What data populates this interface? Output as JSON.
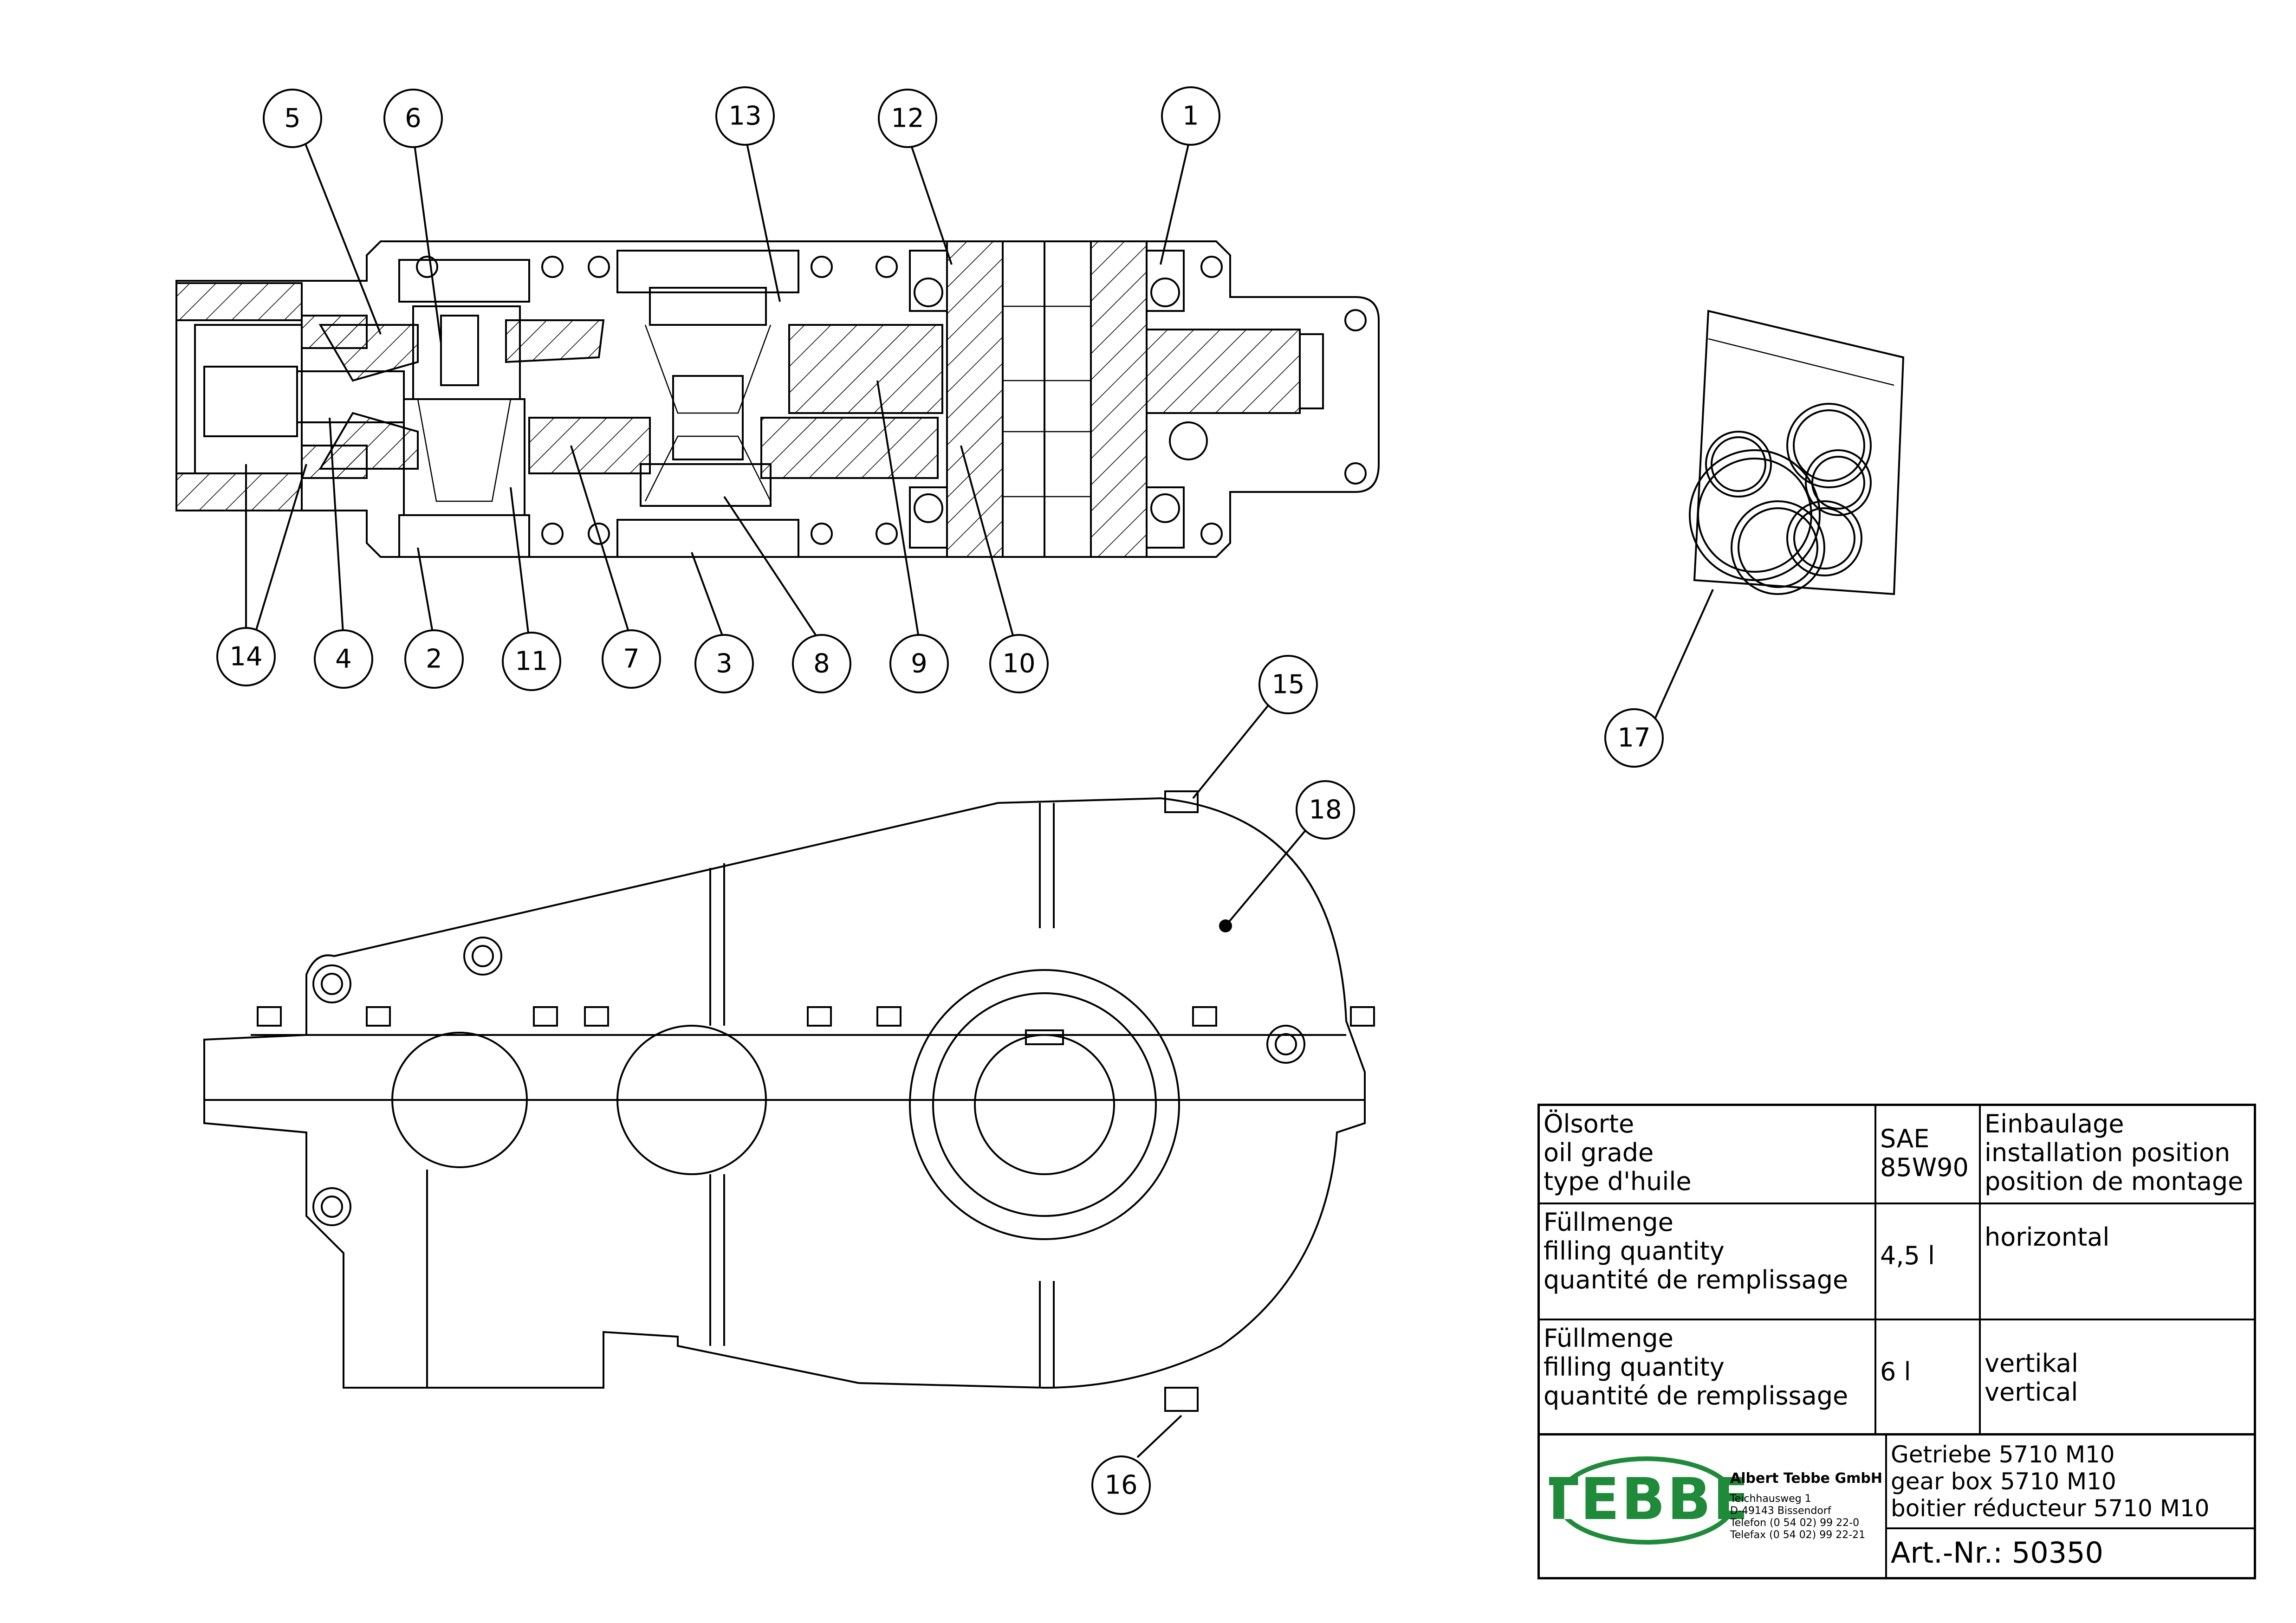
{
  "callouts": [
    {
      "label": "5"
    },
    {
      "label": "6"
    },
    {
      "label": "13"
    },
    {
      "label": "12"
    },
    {
      "label": "1"
    },
    {
      "label": "14"
    },
    {
      "label": "4"
    },
    {
      "label": "2"
    },
    {
      "label": "11"
    },
    {
      "label": "7"
    },
    {
      "label": "3"
    },
    {
      "label": "8"
    },
    {
      "label": "9"
    },
    {
      "label": "10"
    },
    {
      "label": "17"
    },
    {
      "label": "15"
    },
    {
      "label": "18"
    },
    {
      "label": "16"
    }
  ],
  "spec_table": {
    "row1": {
      "label": [
        "Ölsorte",
        "oil grade",
        "type d'huile"
      ],
      "value": [
        "SAE",
        "85W90"
      ],
      "position": [
        "Einbaulage",
        "installation position",
        "position de montage"
      ]
    },
    "row2": {
      "label": [
        "Füllmenge",
        "filling quantity",
        "quantité de remplissage"
      ],
      "value": "4,5 l",
      "position": [
        "horizontal"
      ]
    },
    "row3": {
      "label": [
        "Füllmenge",
        "filling quantity",
        "quantité de remplissage"
      ],
      "value": "6 l",
      "position": [
        "vertikal",
        "vertical"
      ]
    }
  },
  "title_block": {
    "logo": "TEBBE",
    "company_name": "Albert Tebbe GmbH",
    "address": [
      "Teichhausweg 1",
      "D-49143 Bissendorf",
      "Telefon (0 54 02) 99 22-0",
      "Telefax (0 54 02) 99 22-21"
    ],
    "description": [
      "Getriebe 5710 M10",
      "gear box 5710 M10",
      "boitier réducteur 5710 M10"
    ],
    "article_number": "Art.-Nr.: 50350"
  },
  "colors": {
    "logo_green": "#1f8a3a",
    "line": "#000000"
  }
}
